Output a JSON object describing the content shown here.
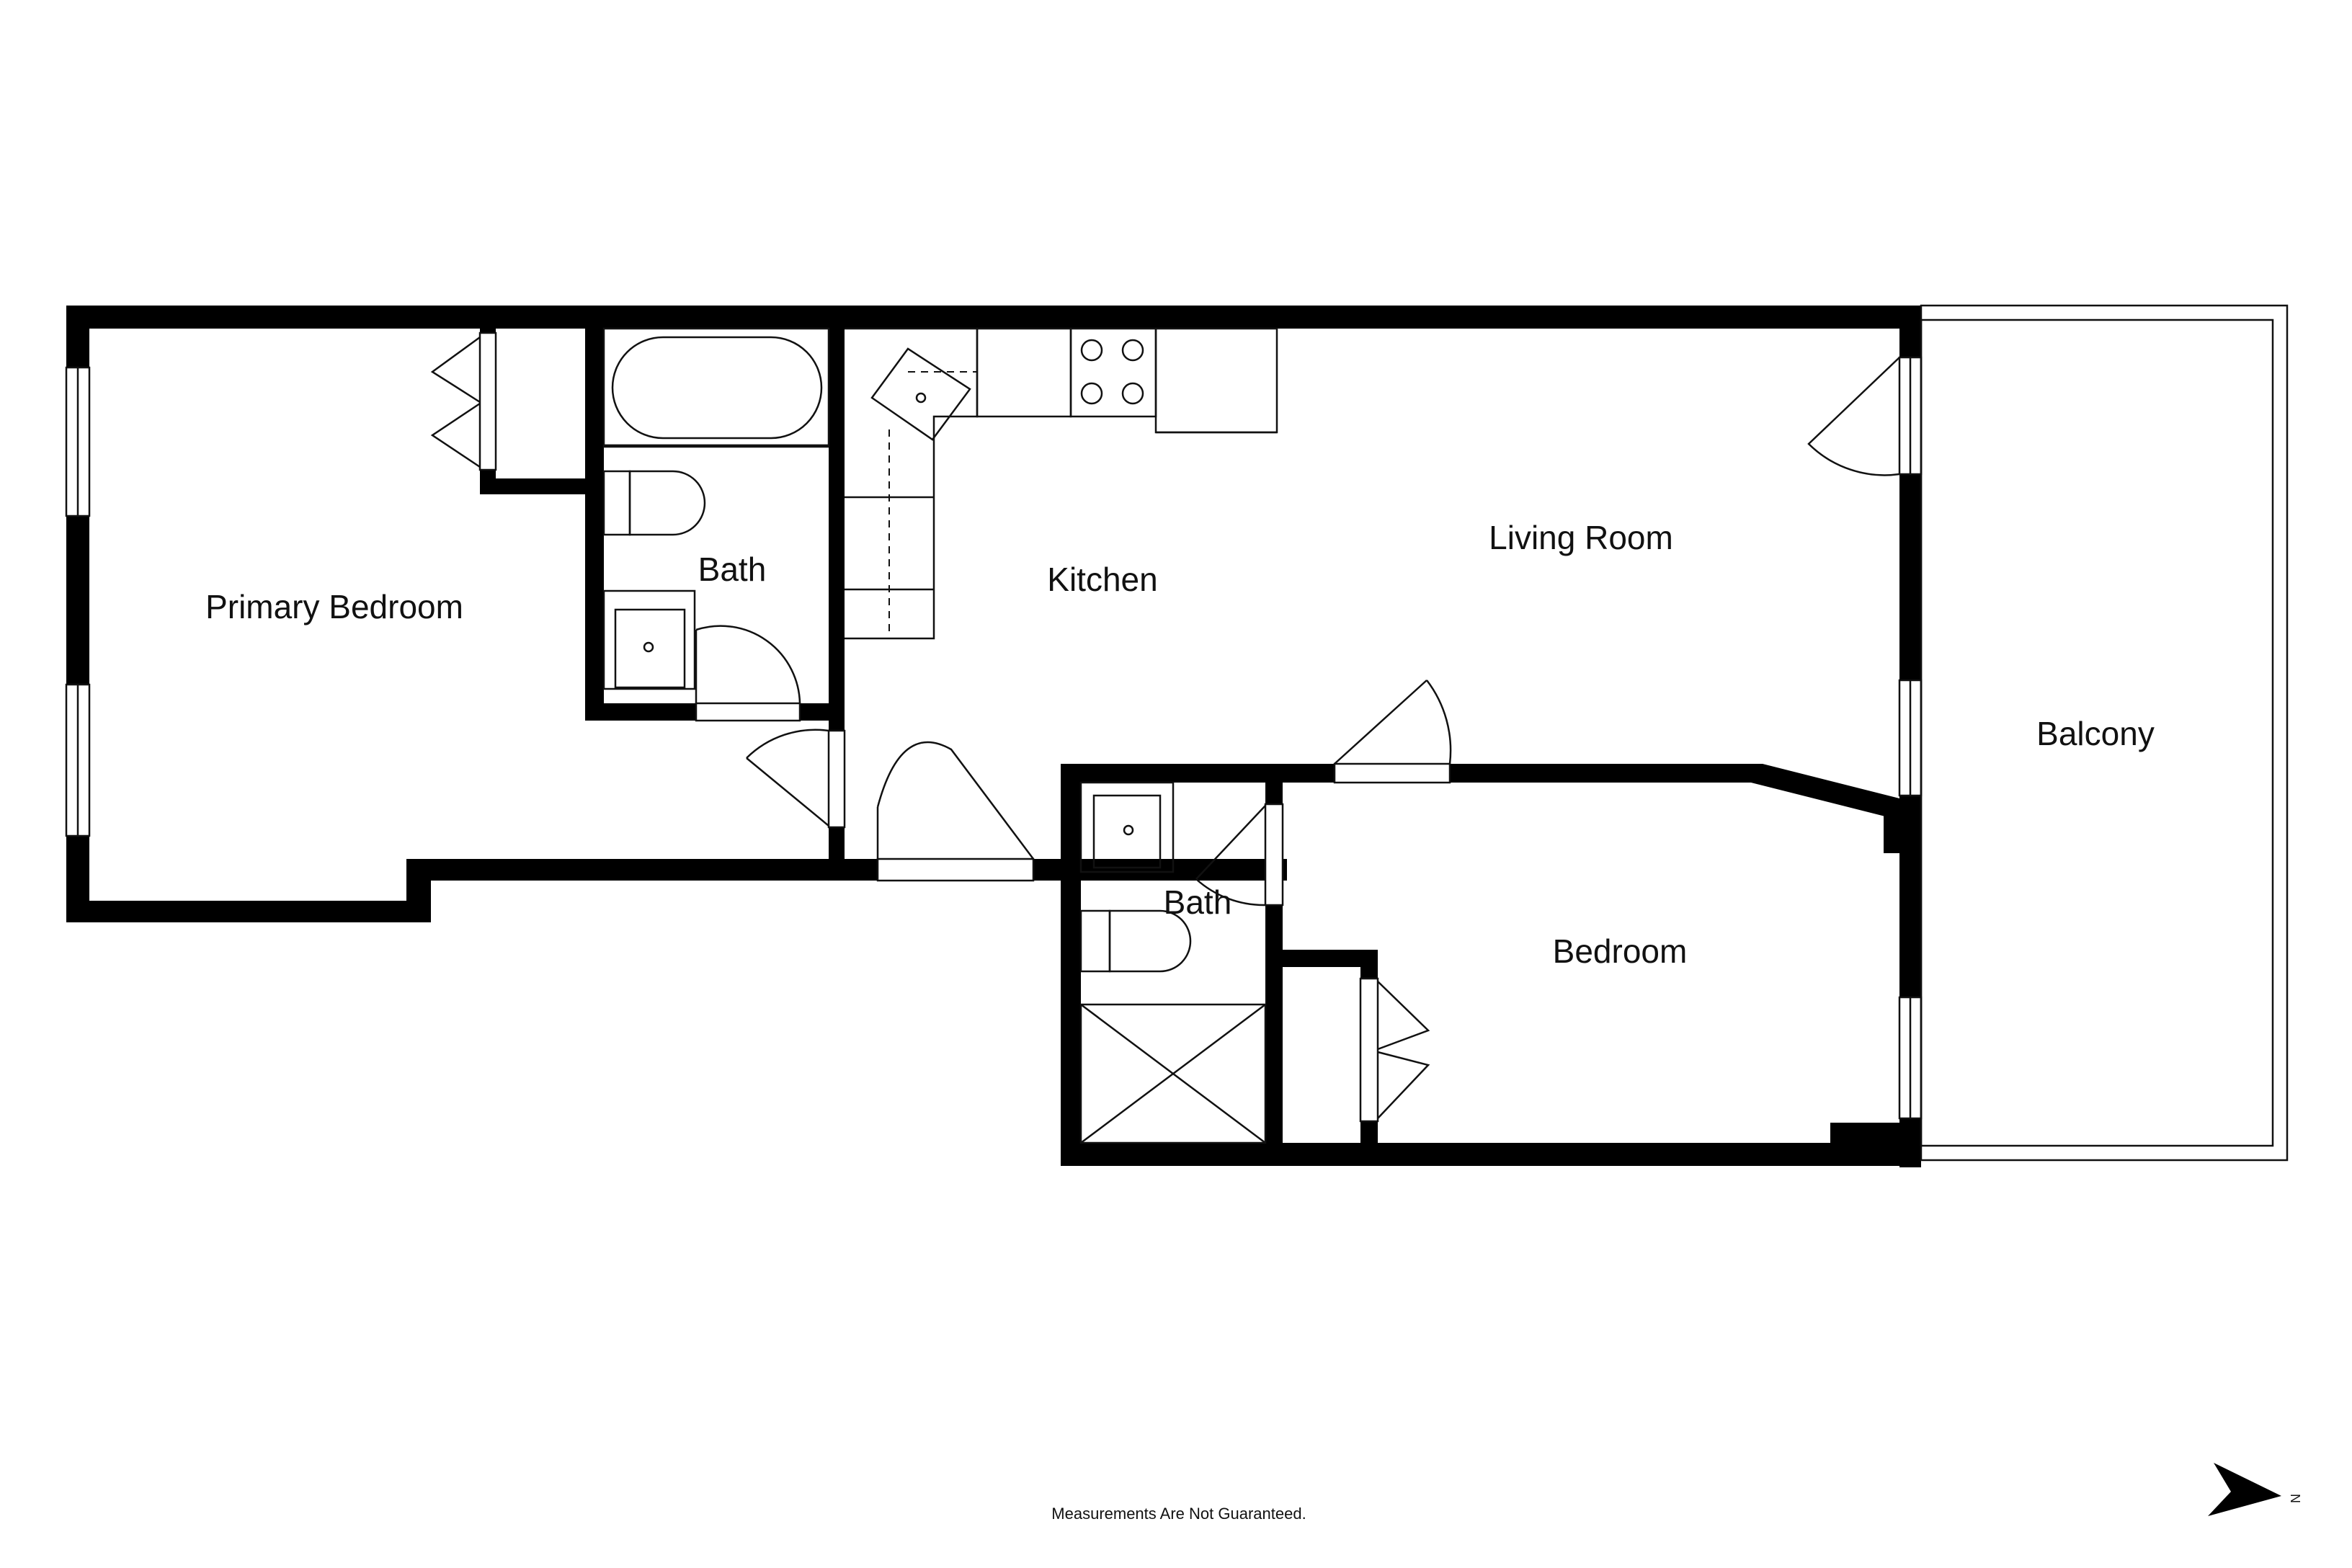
{
  "floorplan": {
    "rooms": {
      "primary_bedroom": "Primary Bedroom",
      "bath_1": "Bath",
      "kitchen": "Kitchen",
      "living_room": "Living Room",
      "balcony": "Balcony",
      "bath_2": "Bath",
      "bedroom": "Bedroom"
    },
    "disclaimer": "Measurements Are Not Guaranteed.",
    "compass": {
      "letter": "N",
      "icon": "north-arrow-icon"
    }
  },
  "colors": {
    "wall": "#000000",
    "line": "#111111",
    "background": "#ffffff"
  }
}
